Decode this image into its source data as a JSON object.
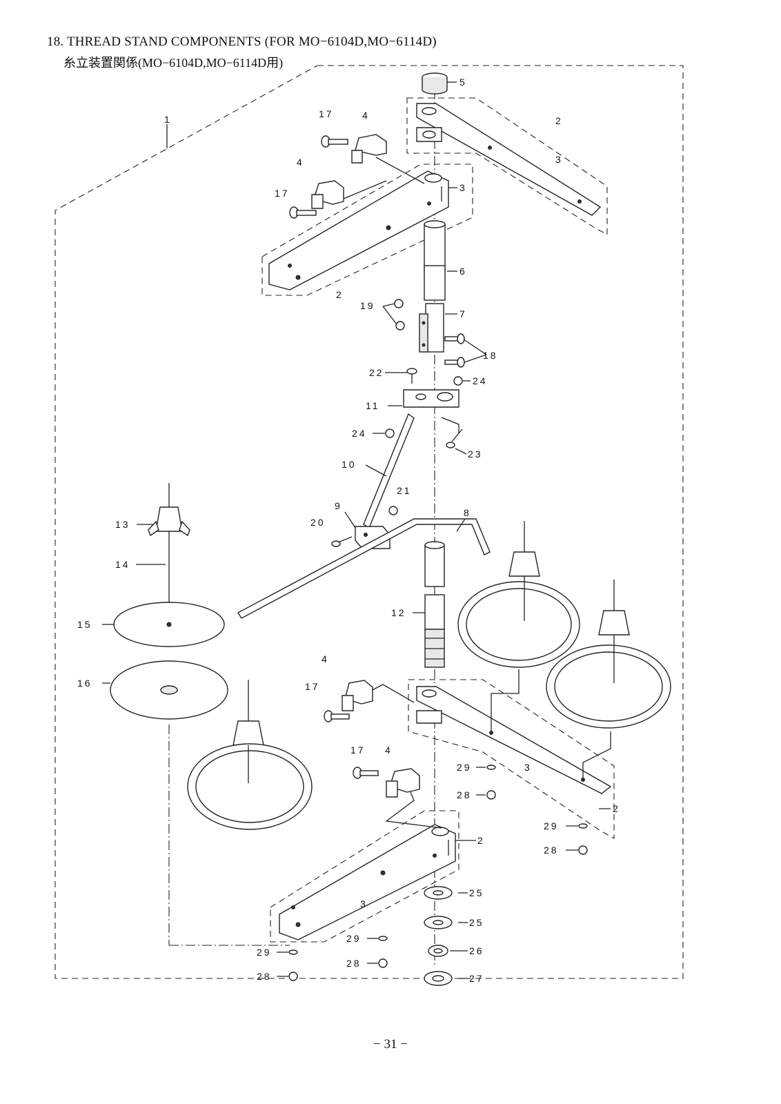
{
  "page": {
    "title": "18. THREAD STAND COMPONENTS (FOR MO−6104D,MO−6114D)",
    "subtitle": "糸立装置関係(MO−6104D,MO−6114D用)",
    "page_number": "− 31 −"
  },
  "callouts": {
    "c1": "1",
    "c2a": "2",
    "c2b": "2",
    "c2c": "2",
    "c2d": "2",
    "c3a": "3",
    "c3b": "3",
    "c3c": "3",
    "c3d": "3",
    "c4a": "4",
    "c4b": "4",
    "c4c": "4",
    "c4d": "4",
    "c5": "5",
    "c6": "6",
    "c7": "7",
    "c8": "8",
    "c9": "9",
    "c10": "10",
    "c11": "11",
    "c12": "12",
    "c13": "13",
    "c14": "14",
    "c15": "15",
    "c16": "16",
    "c17a": "17",
    "c17b": "17",
    "c17c": "17",
    "c17d": "17",
    "c18": "18",
    "c19": "19",
    "c20": "20",
    "c21": "21",
    "c22": "22",
    "c23": "23",
    "c24a": "24",
    "c24b": "24",
    "c25a": "25",
    "c25b": "25",
    "c26": "26",
    "c27": "27",
    "c28a": "28",
    "c28b": "28",
    "c28c": "28",
    "c28d": "28",
    "c29a": "29",
    "c29b": "29",
    "c29c": "29",
    "c29d": "29"
  }
}
